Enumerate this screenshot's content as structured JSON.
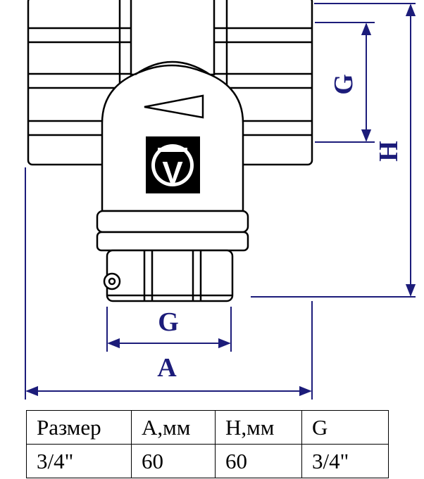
{
  "dimensions": {
    "a_label": "A",
    "h_label": "H",
    "g_bottom_label": "G",
    "g_side_label": "G"
  },
  "logo_letter": "V",
  "colors": {
    "dimension": "#1c1c7a",
    "outline": "#000000",
    "fill": "#ffffff"
  },
  "table": {
    "headers": [
      "Размер",
      "A,мм",
      "H,мм",
      "G"
    ],
    "rows": [
      [
        "3/4\"",
        "60",
        "60",
        "3/4\""
      ]
    ]
  }
}
